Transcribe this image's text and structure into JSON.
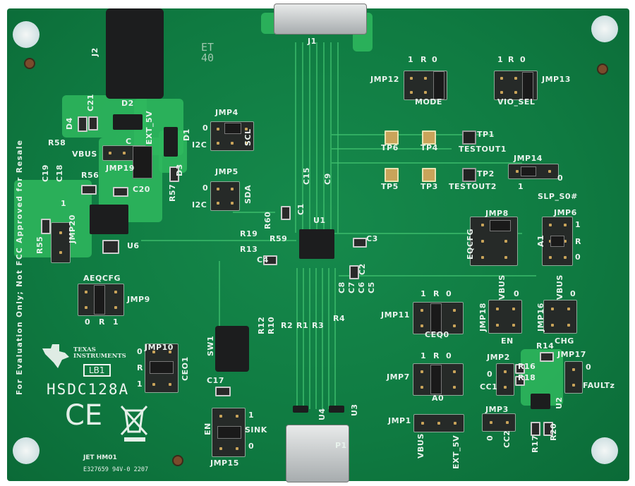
{
  "board": {
    "name": "HSDC128A",
    "lb_label": "LB1",
    "vendor": "Texas Instruments",
    "vendor_line1": "TEXAS",
    "vendor_line2": "INSTRUMENTS",
    "disclaimer": "For Evaluation Only; Not FCC Approved for Resale",
    "cert_marks": "CE",
    "ul_mark": "JET HM01",
    "ul_code": "E327659 94V-0 2207",
    "silk_code": "ET\n40",
    "colors": {
      "solder_mask": "#0f7a41",
      "copper_pour": "#2fb85e",
      "silkscreen": "#e8f2ec",
      "header": "#262a28"
    }
  },
  "labels": [
    "J2",
    "D2",
    "C21",
    "D4",
    "EXT_5V",
    "D1",
    "R58",
    "VBUS",
    "C",
    "JMP19",
    "C19",
    "C18",
    "R56",
    "C20",
    "D3",
    "R57",
    "JMP20",
    "R55",
    "U6",
    "1",
    "JMP4",
    "0",
    "I2C",
    "SCL",
    "JMP5",
    "0",
    "I2C",
    "SDA",
    "J1",
    "JMP12",
    "1",
    "R",
    "0",
    "MODE",
    "JMP13",
    "1",
    "R",
    "0",
    "VIO_SEL",
    "TP6",
    "TP4",
    "TP1",
    "TESTOUT1",
    "TP5",
    "TP3",
    "TP2",
    "TESTOUT2",
    "JMP14",
    "1",
    "0",
    "SLP_S0#",
    "C15",
    "C9",
    "R60",
    "C1",
    "U1",
    "R19",
    "R59",
    "C3",
    "R13",
    "C4",
    "C2",
    "C8",
    "C7",
    "C6",
    "C5",
    "JMP8",
    "EQCFG",
    "JMP6",
    "A1",
    "1",
    "R",
    "0",
    "AEQCFG",
    "JMP9",
    "0",
    "R",
    "1",
    "R12",
    "R10",
    "R2",
    "R1",
    "R3",
    "R4",
    "JMP11",
    "1",
    "R",
    "0",
    "CEQ0",
    "JMP18",
    "VBUS",
    "0",
    "EN",
    "JMP16",
    "VBUS",
    "0",
    "CHG",
    "JMP10",
    "0",
    "R",
    "1",
    "CEO1",
    "SW1",
    "C17",
    "JMP15",
    "EN",
    "SINK",
    "1",
    "0",
    "U4",
    "U3",
    "P1",
    "JMP7",
    "1",
    "R",
    "0",
    "A0",
    "JMP1",
    "VBUS",
    "EXT_5V",
    "JMP2",
    "0",
    "CC1",
    "R16",
    "R18",
    "R14",
    "JMP17",
    "0",
    "FAULTz",
    "U2",
    "JMP3",
    "0",
    "CC2",
    "R17",
    "R20"
  ]
}
